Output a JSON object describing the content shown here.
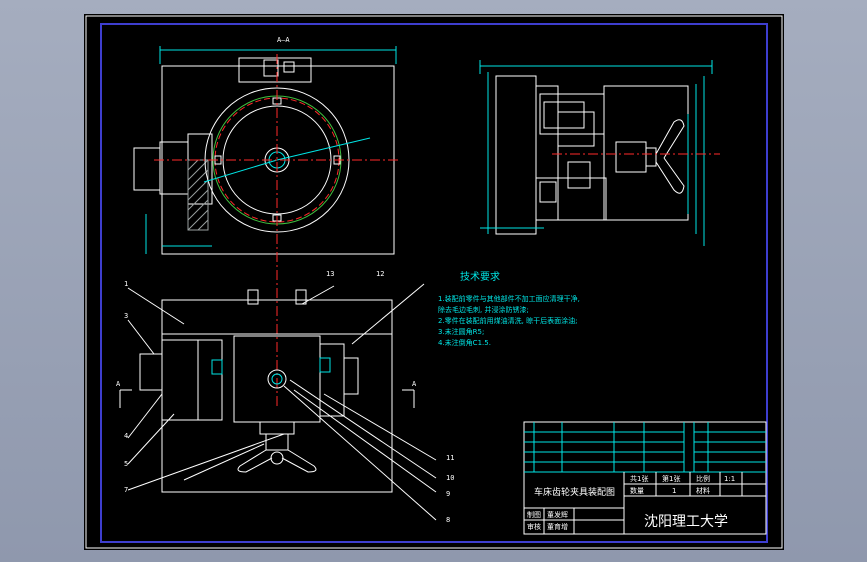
{
  "drawing": {
    "section_label": "A—A",
    "section_arrow_label": "A",
    "part_numbers": [
      "1",
      "3",
      "4",
      "5",
      "7",
      "8",
      "9",
      "10",
      "11",
      "12",
      "13"
    ],
    "tech_requirements": {
      "title": "技术要求",
      "lines": [
        "1.装配前零件与其他部件不加工面应清理干净,",
        "   除去毛边毛刺, 并浸涂防锈漆;",
        "2.零件在装配前用煤油清洗, 晾干后表面涂油;",
        "3.未注圆角R5;",
        "4.未注倒角C1.5."
      ]
    },
    "title_block": {
      "drawing_title": "车床齿轮夹具装配图",
      "sheet_total": "共1张",
      "sheet_number": "第1张",
      "scale_label": "比例",
      "scale_value": "1:1",
      "quantity_label": "数量",
      "quantity_value": "1",
      "material_label": "材料",
      "designer_label": "制图",
      "designer_name": "董发辉",
      "checker_label": "审核",
      "checker_name": "董育增",
      "school": "沈阳理工大学"
    }
  },
  "colors": {
    "background": "#000000",
    "outline": "#ffffff",
    "center_line": "#ff2a2a",
    "dimension": "#00e5e5",
    "frame": "#3e3ecf",
    "hatch": "#9aa0a0",
    "part_green": "#3fbf3f"
  }
}
